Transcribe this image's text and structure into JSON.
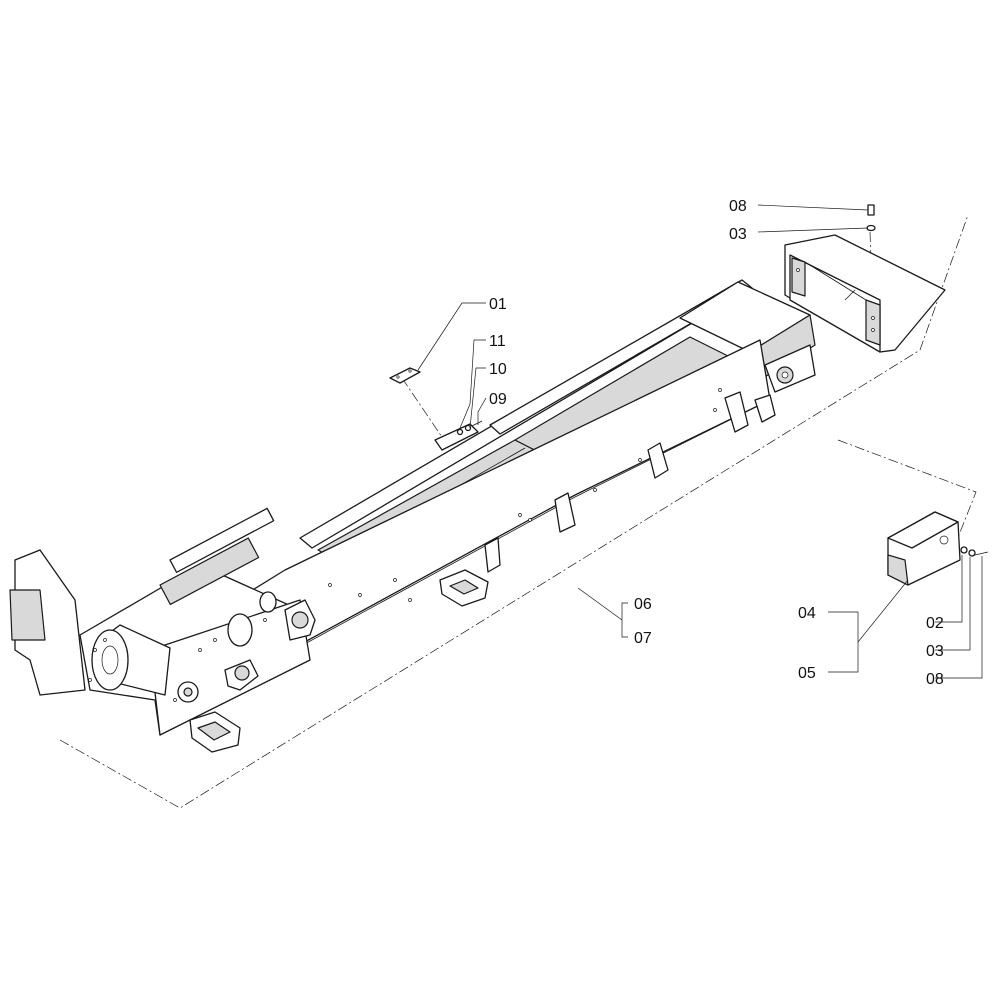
{
  "callouts": {
    "c01": "01",
    "c11": "11",
    "c10": "10",
    "c09": "09",
    "c08_top": "08",
    "c03_top": "03",
    "c06": "06",
    "c07": "07",
    "c04": "04",
    "c05": "05",
    "c02": "02",
    "c03_right": "03",
    "c08_right": "08"
  },
  "colors": {
    "line": "#1a1a1a",
    "background": "#ffffff",
    "shade": "#d9d9d9"
  }
}
